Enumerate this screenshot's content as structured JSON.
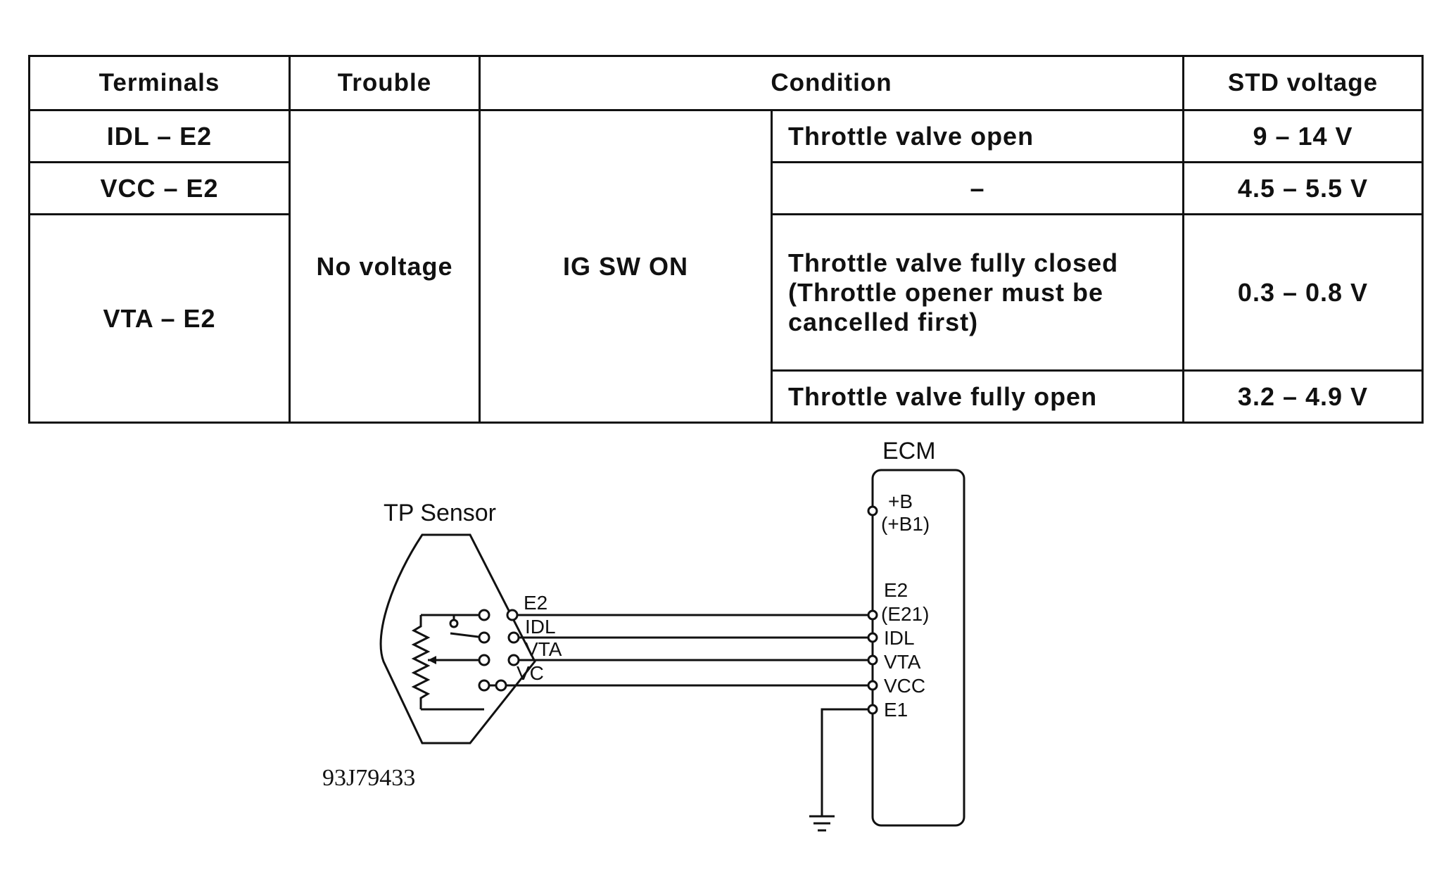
{
  "table": {
    "headers": [
      "Terminals",
      "Trouble",
      "Condition",
      "STD voltage"
    ],
    "trouble": "No voltage",
    "condition_main": "IG SW ON",
    "rows": [
      {
        "terminals": "IDL – E2",
        "condition": "Throttle valve open",
        "voltage": "9 – 14 V"
      },
      {
        "terminals": "VCC – E2",
        "condition": "–",
        "voltage": "4.5 – 5.5 V"
      },
      {
        "terminals": "VTA – E2",
        "condition_lines": [
          "Throttle valve fully closed",
          "(Throttle opener must be",
          "cancelled first)"
        ],
        "voltage": "0.3 – 0.8 V"
      },
      {
        "condition": "Throttle valve fully open",
        "voltage": "3.2 – 4.9 V"
      }
    ]
  },
  "diagram": {
    "sensor_label": "TP Sensor",
    "ecm_label": "ECM",
    "sensor_pins": [
      "E2",
      "IDL",
      "VTA",
      "VC"
    ],
    "ecm_pins": {
      "b": [
        "+B",
        "(+B1)"
      ],
      "e2": [
        "E2",
        "(E21)"
      ],
      "idl": "IDL",
      "vta": "VTA",
      "vcc": "VCC",
      "e1": "E1"
    },
    "figure_code": "93J79433"
  }
}
